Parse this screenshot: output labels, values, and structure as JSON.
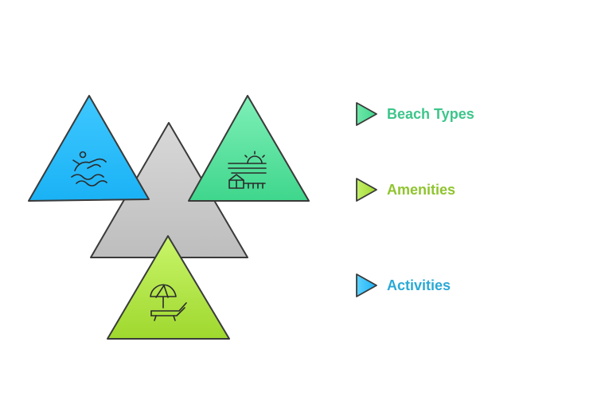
{
  "items": [
    {
      "label": "Beach Types",
      "color": "#3dc58a",
      "icon": "sunset-beach-hut-icon"
    },
    {
      "label": "Amenities",
      "color": "#8fc42e",
      "icon": "umbrella-lounger-icon"
    },
    {
      "label": "Activities",
      "color": "#2aa9d6",
      "icon": "swimmer-icon"
    }
  ],
  "colors": {
    "blue_top": "#3fc8ff",
    "blue_bottom": "#1ab2f5",
    "green_top": "#7ff0b8",
    "green_bottom": "#3fd68c",
    "lime_top": "#c9f56a",
    "lime_bottom": "#9fd82e",
    "gray_top": "#d9d9d9",
    "gray_bottom": "#bdbdbd",
    "stroke": "#3a3a3a"
  }
}
